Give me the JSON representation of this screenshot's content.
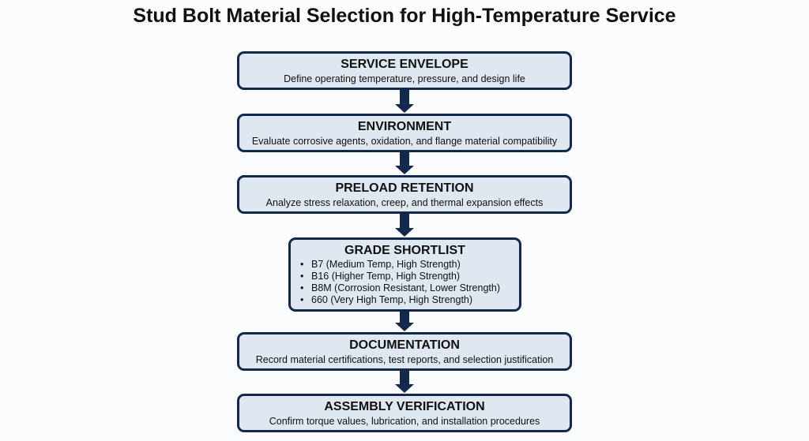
{
  "title": "Stud Bolt Material Selection for High-Temperature Service",
  "steps": [
    {
      "heading": "SERVICE ENVELOPE",
      "text": "Define operating temperature, pressure, and design life"
    },
    {
      "heading": "ENVIRONMENT",
      "text": "Evaluate corrosive agents, oxidation, and flange material compatibility"
    },
    {
      "heading": "PRELOAD RETENTION",
      "text": "Analyze stress relaxation, creep, and thermal expansion effects"
    },
    {
      "heading": "GRADE SHORTLIST",
      "items": [
        "B7 (Medium Temp, High Strength)",
        "B16 (Higher Temp, High Strength)",
        "B8M (Corrosion Resistant, Lower Strength)",
        "660 (Very High Temp, High Strength)"
      ]
    },
    {
      "heading": "DOCUMENTATION",
      "text": "Record material certifications, test reports, and selection justification"
    },
    {
      "heading": "ASSEMBLY VERIFICATION",
      "text": "Confirm torque values, lubrication, and installation procedures"
    }
  ],
  "colors": {
    "box_fill": "#dfe7f1",
    "border": "#13284d",
    "arrow": "#13284d"
  }
}
